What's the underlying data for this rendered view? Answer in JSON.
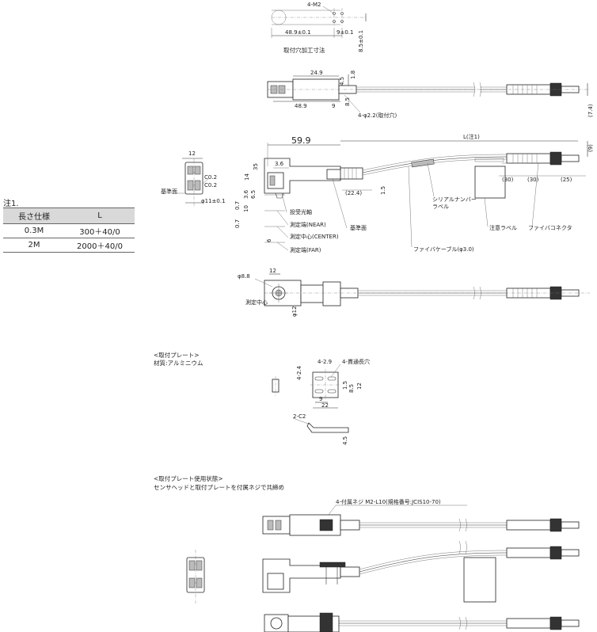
{
  "mount_hole": {
    "title": "取付穴加工寸法",
    "tap": "4-M2",
    "dim_a": "48.9±0.1",
    "dim_b": "9±0.1",
    "dim_c": "8.5±0.1"
  },
  "top_view": {
    "dim_249": "24.9",
    "dim_489": "48.9",
    "dim_9": "9",
    "dim_18": "1.8",
    "dim_45": "4.5",
    "dim_85": "8.5",
    "hole_note": "4-φ2.2(取付穴)",
    "dim_74": "(7.4)"
  },
  "side_view": {
    "dim_599": "59.9",
    "length": "L(注1)",
    "dim_9": "(9)",
    "dim_36a": "3.6",
    "dim_35": "35",
    "dim_14": "14",
    "dim_36b": "3.6",
    "dim_65": "6.5",
    "dim_10": "10",
    "dim_07a": "0.7",
    "dim_07b": "0.7",
    "dim_6": "6",
    "dim_224": "(22.4)",
    "dim_15": "1.5",
    "dim_30a": "(30)",
    "dim_30b": "(30)",
    "dim_25": "(25)",
    "light_axis": "投受光軸",
    "near": "測定端(NEAR)",
    "center": "測定中心(CENTER)",
    "far": "測定端(FAR)",
    "reference": "基準面",
    "serial_label": "シリアルナンバー\nラベル",
    "caution_label": "注意ラベル",
    "fiber_connector": "ファイバコネクタ",
    "fiber_cable": "ファイバケーブル(φ3.0)"
  },
  "end_view": {
    "dim_12": "12",
    "c02a": "C0.2",
    "c02b": "C0.2",
    "reference": "基準面",
    "dim_11": "φ11±0.1"
  },
  "note": {
    "title": "注1.",
    "headers": [
      "長さ仕様",
      "L"
    ],
    "rows": [
      [
        "0.3M",
        "300＋40/0"
      ],
      [
        "2M",
        "2000＋40/0"
      ]
    ]
  },
  "front_view": {
    "dim_88": "φ8.8",
    "dim_12": "12",
    "center": "測定中心",
    "dim_phi12": "φ12"
  },
  "plate": {
    "title": "<取付プレート>",
    "material": "材質:アルミニウム",
    "dim_29": "4-2.9",
    "slot": "4-貫通長穴",
    "dim_24": "4-2.4",
    "dim_15": "1.5",
    "dim_85": "8.5",
    "dim_12": "12",
    "dim_9": "9",
    "dim_22": "22",
    "chamfer": "2-C2",
    "dim_45": "4.5"
  },
  "plate_use": {
    "title": "<取付プレート使用状態>",
    "desc": "センサヘッドと取付プレートを付属ネジで共締め",
    "screw": "4-付属ネジ M2-L10(規格番号:JCIS10-70)"
  }
}
